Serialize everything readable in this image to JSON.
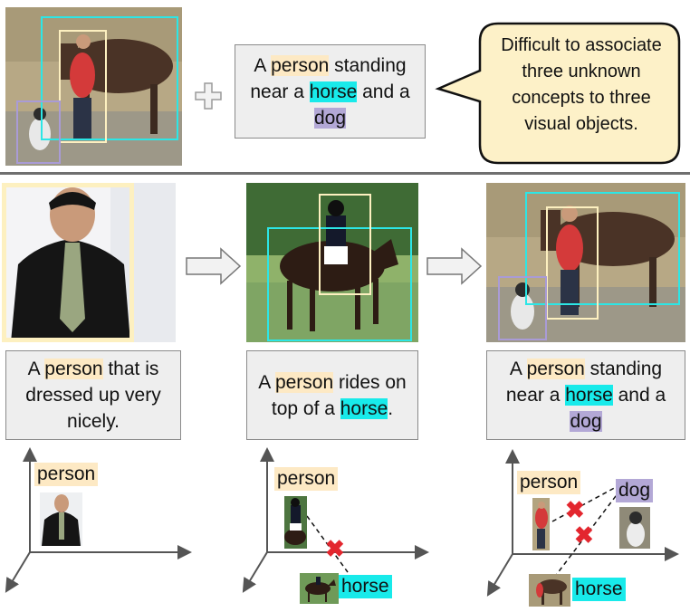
{
  "colors": {
    "person": "#fde9c4",
    "horse": "#18eaea",
    "dog": "#b3a8d6",
    "person_box": "#fdf0c0",
    "horse_box": "#2ce6e6",
    "dog_box": "#a99bd6",
    "cross": "#e3262e",
    "bubble_fill": "#fdf1c8"
  },
  "top": {
    "plus_icon": "plus-icon",
    "caption": {
      "p1": "A ",
      "w1": "person",
      "p2": " standing near a ",
      "w2": "horse",
      "p3": " and a ",
      "w3": "dog"
    },
    "bubble_text": "Difficult to associate three unknown concepts to three visual objects."
  },
  "steps": [
    {
      "caption": {
        "p1": "A ",
        "w1": "person",
        "p2": " that is dressed up very nicely."
      },
      "labels": {
        "person": "person"
      }
    },
    {
      "caption": {
        "p1": "A ",
        "w1": "person",
        "p2": " rides on top of a ",
        "w2": "horse",
        "p3": "."
      },
      "labels": {
        "person": "person",
        "horse": "horse"
      }
    },
    {
      "caption": {
        "p1": "A ",
        "w1": "person",
        "p2": " standing near a ",
        "w2": "horse",
        "p3": " and a ",
        "w3": "dog"
      },
      "labels": {
        "person": "person",
        "horse": "horse",
        "dog": "dog"
      }
    }
  ],
  "arrow_icon": "right-arrow-icon"
}
